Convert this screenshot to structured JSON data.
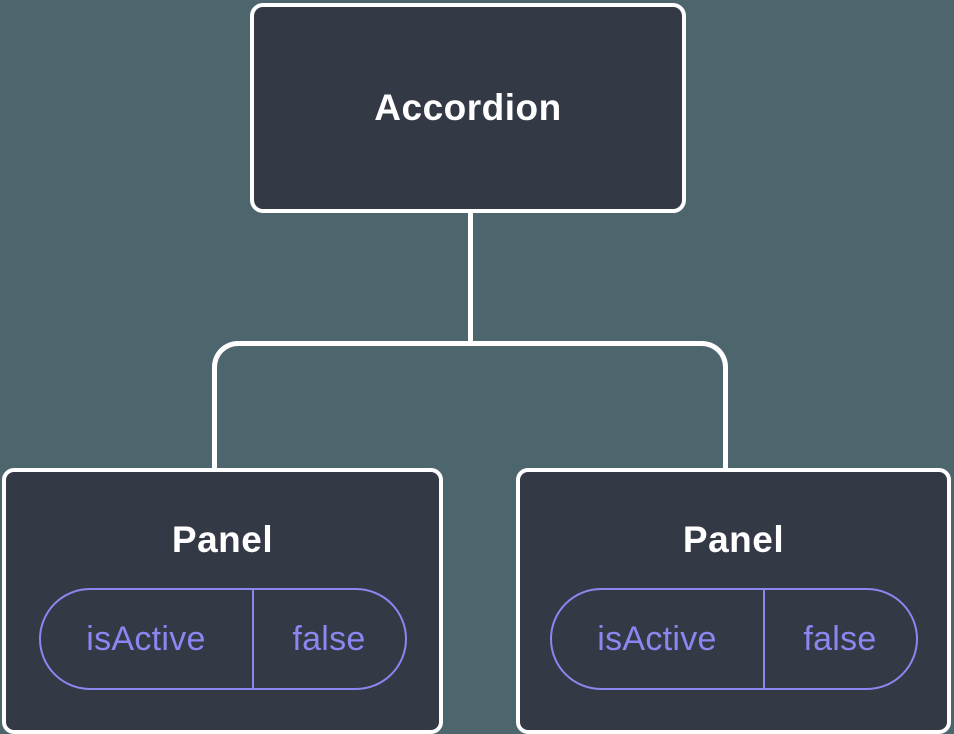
{
  "colors": {
    "background": "#4D666E",
    "node_fill": "#343946",
    "node_border": "#FFFFFF",
    "connector": "#FFFFFF",
    "node_text": "#FFFFFF",
    "state_accent": "#8A87F0"
  },
  "tree": {
    "root": {
      "label": "Accordion"
    },
    "children": [
      {
        "label": "Panel",
        "state": {
          "key": "isActive",
          "value": "false"
        }
      },
      {
        "label": "Panel",
        "state": {
          "key": "isActive",
          "value": "false"
        }
      }
    ]
  }
}
